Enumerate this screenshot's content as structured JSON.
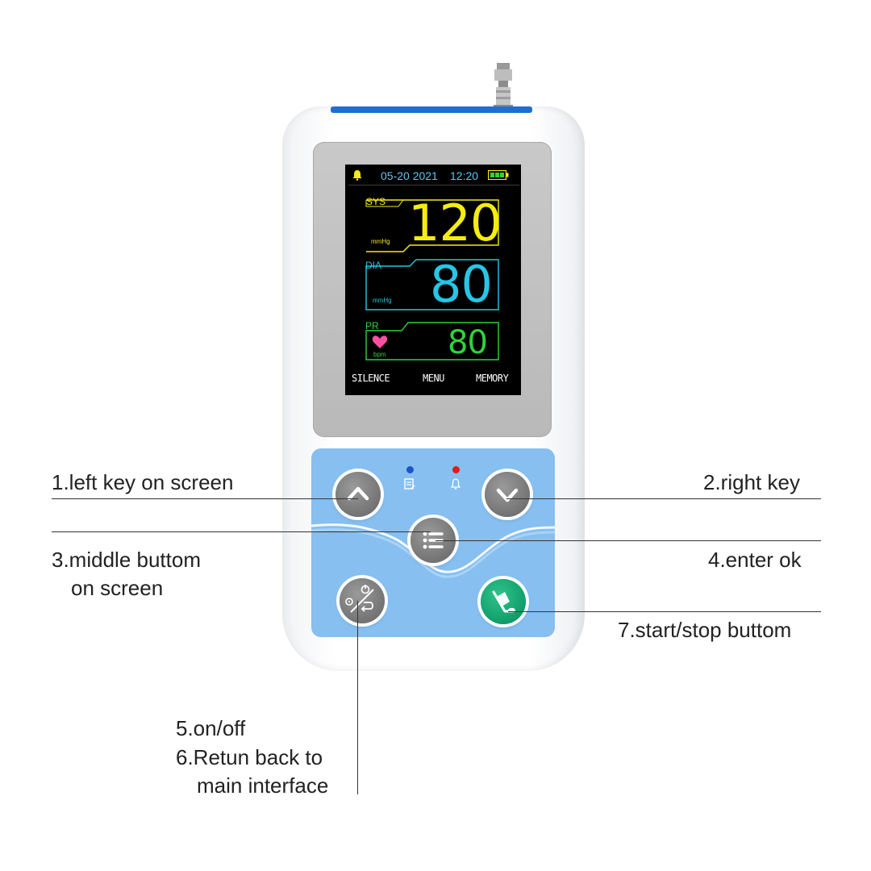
{
  "screen": {
    "date": "05-20 2021",
    "time": "12:20",
    "sys": {
      "label": "SYS",
      "value": "120",
      "unit": "mmHg",
      "color": "#f5ec10"
    },
    "dia": {
      "label": "DIA",
      "value": "80",
      "unit": "mmHg",
      "color": "#25c6e6"
    },
    "pr": {
      "label": "PR",
      "value": "80",
      "unit": "bpm",
      "color": "#2fd33a"
    },
    "soft_keys": {
      "left": "SILENCE",
      "middle": "MENU",
      "right": "MEMORY"
    }
  },
  "callouts": {
    "left_key": "1.left key on screen",
    "right_key": "2.right key",
    "middle_line1": "3.middle buttom",
    "middle_line2": "on screen",
    "enter_ok": "4.enter ok",
    "on_off": "5.on/off",
    "return_line1": "6.Retun back to",
    "return_line2": "main interface",
    "start_stop": "7.start/stop buttom"
  },
  "colors": {
    "keypad": "#86bff0",
    "start_button": "#14a36f",
    "lcd_frame_yellow": "#f5ec10",
    "lcd_frame_cyan": "#25c6e6",
    "lcd_frame_green": "#2fd33a"
  },
  "icons": {
    "alarm": "bell-icon",
    "battery": "battery-icon",
    "heart": "heart-icon",
    "up": "chevron-up-icon",
    "down": "chevron-down-icon",
    "menu": "list-icon",
    "power_back": "power-return-icon",
    "start": "cuff-arm-icon"
  }
}
